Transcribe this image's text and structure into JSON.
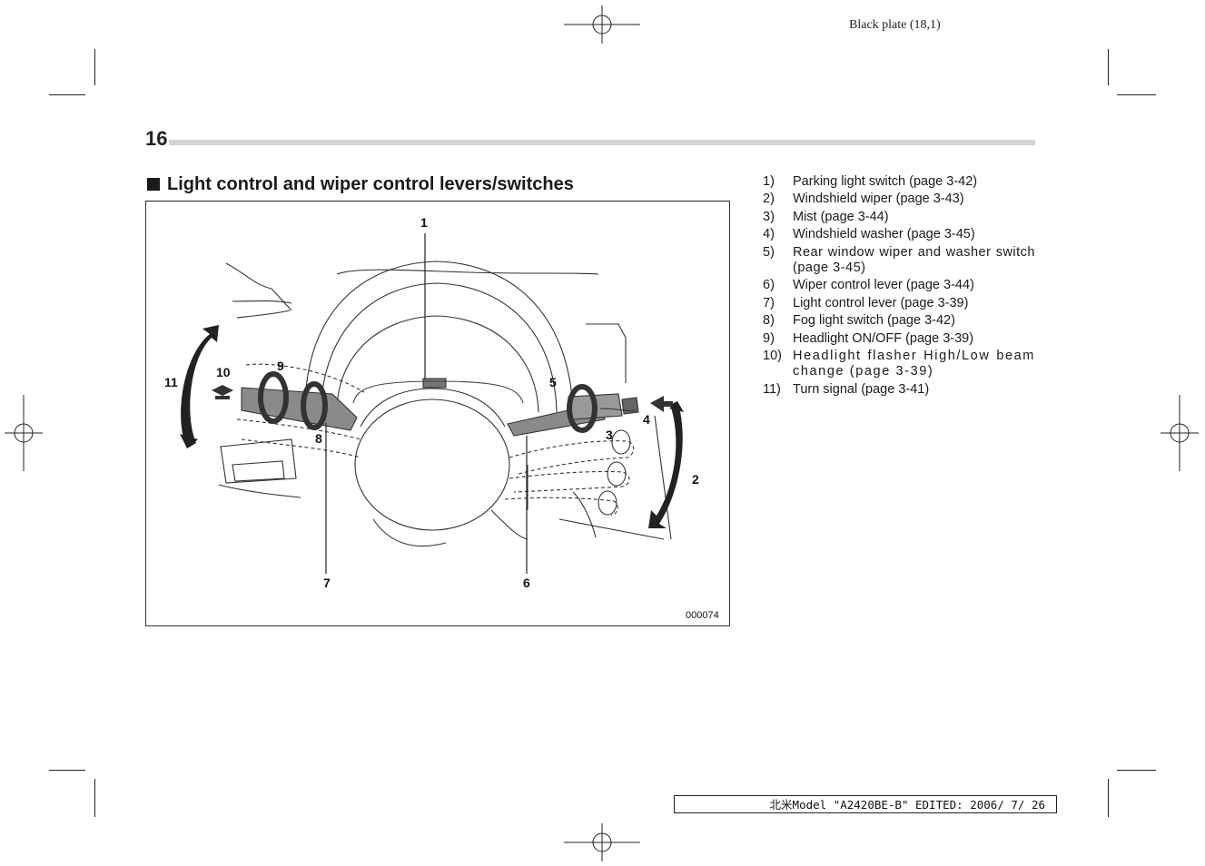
{
  "header": {
    "plate": "Black plate (18,1)"
  },
  "page": {
    "number": "16"
  },
  "section": {
    "title": "Light control and wiper control levers/switches"
  },
  "figure": {
    "callouts": {
      "c1": "1",
      "c2": "2",
      "c3": "3",
      "c4": "4",
      "c5": "5",
      "c6": "6",
      "c7": "7",
      "c8": "8",
      "c9": "9",
      "c10": "10",
      "c11": "11"
    },
    "code": "000074"
  },
  "legend": [
    {
      "num": "1)",
      "text": "Parking light switch (page 3-42)"
    },
    {
      "num": "2)",
      "text": "Windshield wiper (page 3-43)"
    },
    {
      "num": "3)",
      "text": "Mist (page 3-44)"
    },
    {
      "num": "4)",
      "text": "Windshield washer (page 3-45)"
    },
    {
      "num": "5)",
      "text": "Rear window wiper and washer switch (page 3-45)"
    },
    {
      "num": "6)",
      "text": "Wiper control lever (page 3-44)"
    },
    {
      "num": "7)",
      "text": "Light control lever (page 3-39)"
    },
    {
      "num": "8)",
      "text": "Fog light switch (page 3-42)"
    },
    {
      "num": "9)",
      "text": "Headlight ON/OFF (page 3-39)"
    },
    {
      "num": "10)",
      "text": "Headlight flasher High/Low beam change (page 3-39)"
    },
    {
      "num": "11)",
      "text": "Turn signal (page 3-41)"
    }
  ],
  "footer": {
    "edit_info": "北米Model \"A2420BE-B\" EDITED: 2006/ 7/ 26"
  }
}
